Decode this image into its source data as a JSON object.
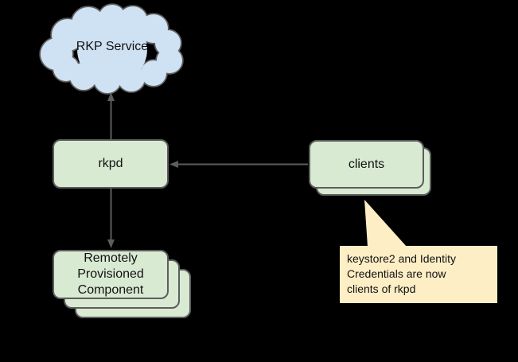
{
  "diagram": {
    "background_color": "#000000",
    "stroke_color": "#5d5d5d",
    "nodes": {
      "rkp_service": {
        "label": "RKP Service",
        "shape": "cloud",
        "fill": "#cfe2f3"
      },
      "rkpd": {
        "label": "rkpd",
        "shape": "rounded-rect",
        "fill": "#d9ead3"
      },
      "clients": {
        "label": "clients",
        "shape": "stacked-rounded-rect",
        "stack_count": 2,
        "fill": "#d9ead3"
      },
      "remotely_provisioned_component": {
        "label_lines": [
          "Remotely",
          "Provisioned",
          "Component"
        ],
        "shape": "stacked-rounded-rect",
        "stack_count": 3,
        "fill": "#d9ead3"
      }
    },
    "callout": {
      "fill": "#fdeec5",
      "lines": [
        "keystore2 and Identity",
        "Credentials are now",
        "clients of rkpd"
      ],
      "points_to": "clients"
    },
    "edges": [
      {
        "from": "rkpd",
        "to": "rkp_service",
        "arrowhead": "up"
      },
      {
        "from": "rkpd",
        "to": "remotely_provisioned_component",
        "arrowhead": "down"
      },
      {
        "from": "clients",
        "to": "rkpd",
        "arrowhead": "left"
      }
    ]
  }
}
